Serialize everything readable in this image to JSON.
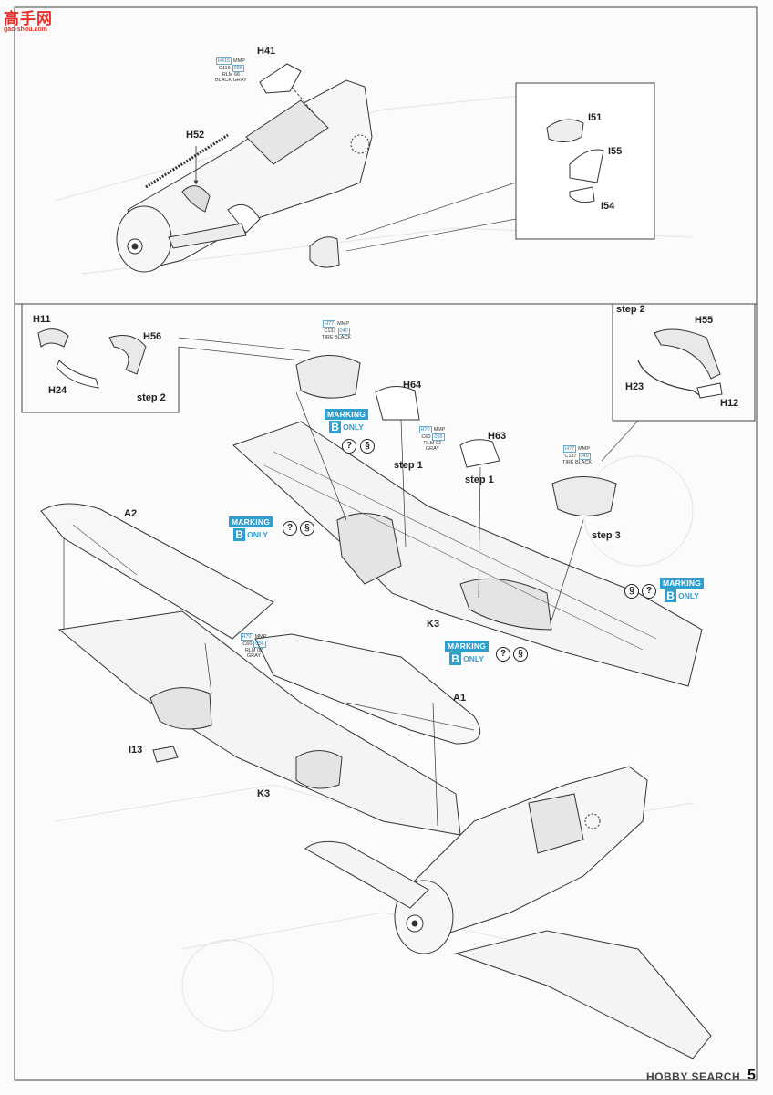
{
  "site_logo": {
    "name": "高手网",
    "url": "gao-shou.com"
  },
  "watermark": "HOBBY SEARCH",
  "page_number": "5",
  "section1": {
    "parts": {
      "h41": "H41",
      "h52": "H52",
      "i51": "I51",
      "i55": "I55",
      "i54": "I54"
    },
    "paint_h41": {
      "line1a": "H416",
      "line1b": "MMP",
      "line2a": "C116",
      "line2b": "088",
      "line3": "RLM 66",
      "line4": "BLACK GRAY"
    }
  },
  "section2": {
    "parts": {
      "h11": "H11",
      "h56": "H56",
      "h24": "H24",
      "h64": "H64",
      "h63": "H63",
      "h55": "H55",
      "h23": "H23",
      "h12": "H12",
      "a2": "A2",
      "a1": "A1",
      "k3_top": "K3",
      "k3_bottom": "K3",
      "i13": "I13"
    },
    "steps": {
      "left_box": "step 2",
      "h64_step": "step 1",
      "h63_step": "step 1",
      "right_box": "step 2",
      "step3": "step 3"
    },
    "paint_tire_left": {
      "line1a": "H77",
      "line1b": "MMP",
      "line2a": "C137",
      "line2b": "040",
      "line3": "TIRE BLACK"
    },
    "paint_tire_right": {
      "line1a": "H77",
      "line1b": "MMP",
      "line2a": "C137",
      "line2b": "040",
      "line3": "TIRE BLACK"
    },
    "paint_gray_1": {
      "line1a": "H70",
      "line1b": "MMP",
      "line2a": "C60",
      "line2b": "056",
      "line3": "RLM 02",
      "line4": "GRAY"
    },
    "paint_gray_2": {
      "line1a": "H70",
      "line1b": "MMP",
      "line2a": "C60",
      "line2b": "056",
      "line3": "RLM 02",
      "line4": "GRAY"
    },
    "markings": {
      "marking_word": "MARKING",
      "b": "B",
      "only": "ONLY"
    }
  },
  "icons": [
    "question-mark-icon",
    "spiral-icon"
  ]
}
